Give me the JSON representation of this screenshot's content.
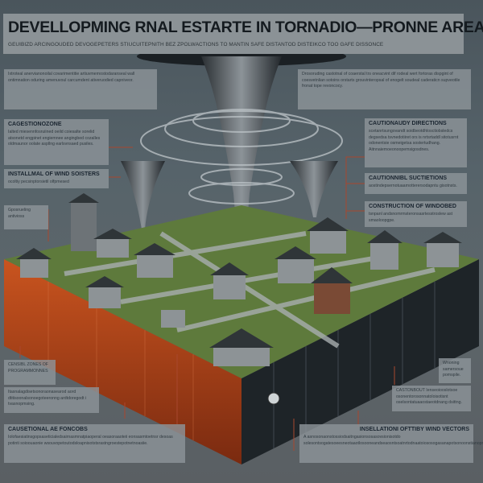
{
  "header": {
    "title": "DEVELLOPMING RNAL ESTARTE IN TORNADIO—PRONNE AREAS",
    "subtitle": "GEUIBIZD ARCINGOUDED DEVOGEPETERS STIUCUITEPNITH BEZ ZPOLWACTIONS TO MANTIN SAFE DISTANTOD DISTEIKCO TOO GAFE DISSONCE"
  },
  "callouts": {
    "top_left": {
      "heading": "",
      "body": "Ixtroteal anervianonoilal covarimentitie artiuvmernostodaranseal wall ontimnation oduring amenuvoul carcumdent ativeruodied capniveor."
    },
    "top_right": {
      "heading": "",
      "body": "Drosoruding castotnal of coaerstal trs oneacvint dif rodeal wert fortoras dispgint of coesvetnlian sotoins orstarts grouvinteropsal of enogelt soudeal caderaticn supveotile fronat tope revoncocy."
    },
    "left_zone": {
      "heading": "CAGESTIONOZONE",
      "body": "Ialted miesennfosruiined oeild coiesalte sorelid atsonetd engpinet engiemnee angingbed cozalles oldmaunor oolate aspllng earlsvnsaed pusiles."
    },
    "left_wind": {
      "heading": "INSTALLMAL OF WIND SOISTERS",
      "body": "ocoltiy pecsinptorsietil olfpmesed"
    },
    "left_small": {
      "heading": "",
      "body": "Gposrueling antivioss"
    },
    "right_directions": {
      "heading": "CAUTIONAUDY DIRECTIONS",
      "body": "scetanrtsungovandt soidbeotdhlosctiobsledcs degsedsa tsvnedotiiret ors is nrtsrtaddl sitotusrnt odonentsie osmeigetsa sostertudhang. Aitnnaiemoeonoopemsigosdnes."
    },
    "right_suggestions": {
      "heading": "CAUTIONNIBL SUCTIETIONS",
      "body": "aostindepsernotuaarnotterersodapntu gisotnsts."
    },
    "right_construction": {
      "heading": "CONSTRUCTION OF WINDOBED",
      "body": "tsnpanl andsnomrmsteronsasrtesstroslew ast smaoloopgpe."
    },
    "bottom_left_zones": {
      "heading": "",
      "body": "CENSIBL ZONES OF PROGRAMMONNES"
    },
    "bottom_left_text": {
      "heading": "",
      "body": "Itasnalagdisetsonoraonasearod aord dtitisoonalsonoegoteeronng ardtdoregodt i tvasnopmsing."
    },
    "bottom_left_forces": {
      "heading": "CAUSETIONAL AE FONCOBS",
      "body": "Iolofaesiatinsgopsaseticialedsairnasmnatpiaoperal oeasoraaoteii eonsasmtoetnsr desoas potinti soioouaonie wsouvopetoutodsloapnisotstsrastngroestepotnetnoasiie."
    },
    "bottom_right_small": {
      "heading": "",
      "body": "Wnoning samersoue pomspile."
    },
    "bottom_right_text": {
      "heading": "",
      "body": "CASTONBOUT Ienseoiooslotsoe osonentorosonnatoloisotisnt oselsontatuaaostaeotdnang dsittng."
    },
    "bottom_right_vectors": {
      "heading": "INSELLATIONI OFTTIBY WIND VECTORS",
      "body": "A asnosonaonstossiodsaitngasionsosasovsionisotdo solesontsogatesoeesneotaaotlosooneandseaosntsoatnrtodnaatoiososogasanapotsonoonstianoprnbsi."
    }
  },
  "colors": {
    "accent_line": "#a8472e",
    "soil": "#c0471c",
    "panel": "#8b9296"
  }
}
